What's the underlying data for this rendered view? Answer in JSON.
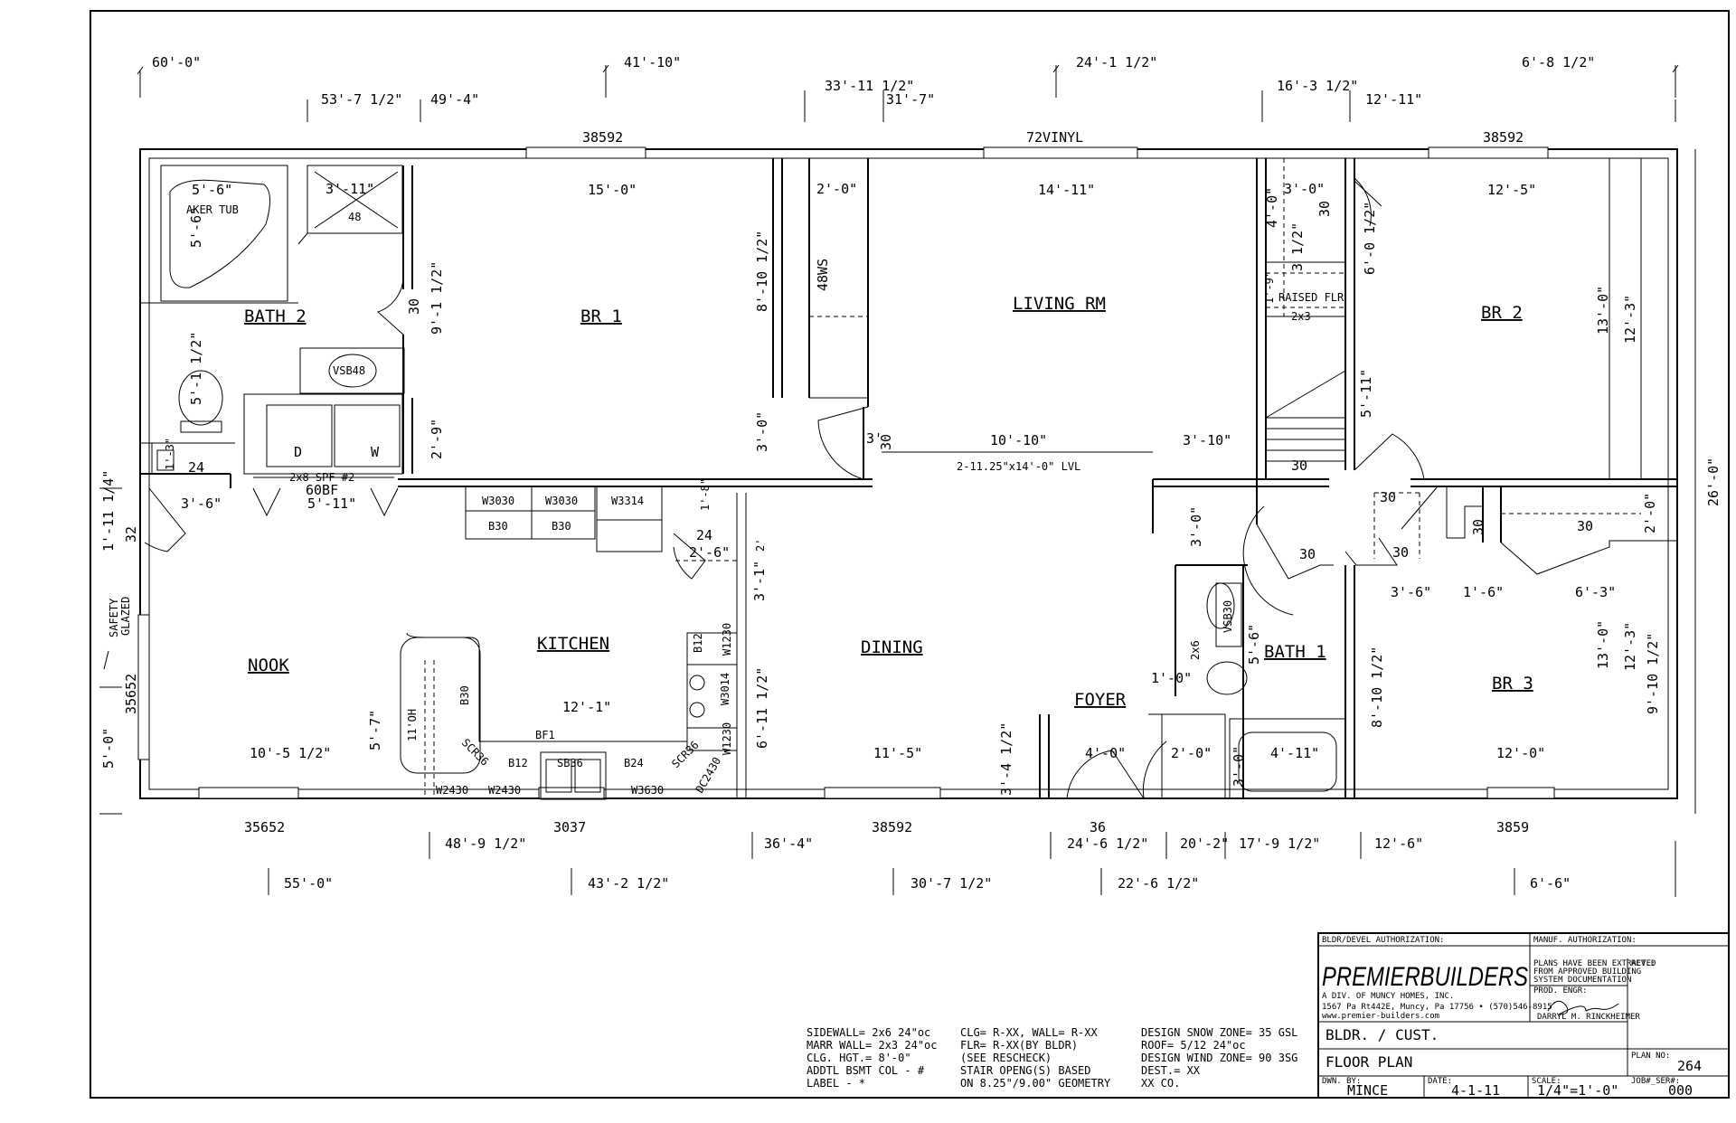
{
  "rooms": {
    "bath2": "BATH 2",
    "br1": "BR 1",
    "living": "LIVING RM",
    "br2": "BR 2",
    "nook": "NOOK",
    "kitchen": "KITCHEN",
    "dining": "DINING",
    "foyer": "FOYER",
    "bath1": "BATH 1",
    "br3": "BR 3"
  },
  "top_dims": {
    "r1": [
      "60'-0\"",
      "41'-10\"",
      "24'-1 1/2\"",
      "6'-8 1/2\""
    ],
    "r2": [
      "53'-7 1/2\"",
      "49'-4\"",
      "33'-11 1/2\"",
      "31'-7\"",
      "16'-3 1/2\"",
      "12'-11\""
    ],
    "windows": [
      "38592",
      "72VINYL",
      "38592"
    ]
  },
  "bottom_dims": {
    "windows": [
      "35652",
      "3037",
      "38592",
      "36",
      "3859"
    ],
    "r1": [
      "48'-9 1/2\"",
      "36'-4\"",
      "24'-6 1/2\"",
      "20'-2\"",
      "17'-9 1/2\"",
      "12'-6\""
    ],
    "r2": [
      "55'-0\"",
      "43'-2 1/2\"",
      "30'-7 1/2\"",
      "22'-6 1/2\"",
      "6'-6\""
    ]
  },
  "right_dims": {
    "overall": "26'-0\""
  },
  "left_dims": {
    "d1": "1'-11 1/4\"",
    "d2": "32",
    "safety": "SAFETY",
    "glazed": "GLAZED",
    "window": "35652",
    "d3": "5'-0\""
  },
  "labels": {
    "tub_w": "5'-6\"",
    "tub_name": "AKER TUB",
    "tub_d": "5'-6\"",
    "shower_w": "3'-11\"",
    "shower_num": "48",
    "bath2_vanity": "VSB48",
    "bath2_toilet": "5'-1 1/2\"",
    "bath2_d30": "30",
    "bath2_h": "9'-1 1/2\"",
    "bath2_h2": "2'-9\"",
    "laundry_d": "D",
    "laundry_w": "W",
    "spf": "2x8 SPF #2",
    "bf60": "60BF",
    "bf_w": "5'-11\"",
    "l_13": "1'-3\"",
    "l_24": "24",
    "l_36": "3'-6\"",
    "br1_w": "15'-0\"",
    "br1_h": "8'-10 1/2\"",
    "br1_h2": "3'-0\"",
    "closet_w": "2'-0\"",
    "closet_name": "48WS",
    "living_w": "14'-11\"",
    "living_a": "10'-10\"",
    "living_b": "3'-10\"",
    "lvl": "2-11.25\"x14'-0\" LVL",
    "d30a": "3'",
    "d30b": "30",
    "stair_w": "3'-0\"",
    "stair_a": "4'-0\"",
    "stair_b": "30",
    "stair_c": "3 1/2\"",
    "stair_d": "1'-9\"",
    "raised": "RAISED FLR",
    "stair_e": "2x3",
    "stair_f": "5'-11\"",
    "stair_g": "30",
    "br2_w": "12'-5\"",
    "br2_h": "13'-0\"",
    "br2_h2": "12'-3\"",
    "br2_a": "6'-0 1/2\"",
    "cab_w3030a": "W3030",
    "cab_w3030b": "W3030",
    "cab_w3314": "W3314",
    "cab_b30a": "B30",
    "cab_b30b": "B30",
    "k_18": "1'-8\"",
    "k_24": "24",
    "k_26": "2'-6\"",
    "k_2": "2'",
    "k_31": "3'-1\"",
    "k_611": "6'-11 1/2\"",
    "k_57": "5'-7\"",
    "k_11oh": "11'OH",
    "k_b30": "B30",
    "k_121": "12'-1\"",
    "k_bf1": "BF1",
    "k_scr36a": "SCR36",
    "k_b12": "B12",
    "k_sb36": "SB36",
    "k_b24": "B24",
    "k_scr36b": "SCR36",
    "k_w2430a": "W2430",
    "k_w2430b": "W2430",
    "k_w3630": "W3630",
    "k_dc2430": "DC2430",
    "k_b12r": "B12",
    "k_w1230a": "W1230",
    "k_w3014": "W3014",
    "k_w1230b": "W1230",
    "nook_w": "10'-5 1/2\"",
    "dining_w": "11'-5\"",
    "dining_h": "3'-4 1/2\"",
    "foyer_w": "4'-0\"",
    "foyer_36": "36",
    "hall_30": "3'-0\"",
    "hall_30b": "30",
    "hall_30c": "30",
    "hall_30d": "30",
    "hall_30e": "30",
    "hall_30f": "30",
    "hall_36": "3'-6\"",
    "hall_16": "1'-6\"",
    "hall_63": "6'-3\"",
    "hall_20": "2'-0\"",
    "bath1_vanity": "VSB30",
    "bath1_h": "5'-6\"",
    "bath1_2x6": "2x6",
    "bath1_10": "1'-0\"",
    "bath1_20": "2'-0\"",
    "bath1_30": "3'-0\"",
    "bath1_tub": "4'-11\"",
    "bath1_810": "8'-10 1/2\"",
    "br3_w": "12'-0\"",
    "br3_h": "13'-0\"",
    "br3_h2": "12'-3\"",
    "br3_h3": "9'-10 1/2\""
  },
  "notes": {
    "col1": [
      "SIDEWALL=  2x6 24\"oc",
      "MARR WALL= 2x3 24\"oc",
      "CLG. HGT.=  8'-0\"",
      "ADDTL BSMT COL - #",
      "LABEL - *"
    ],
    "col2": [
      "CLG= R-XX, WALL= R-XX",
      " FLR= R-XX(BY BLDR)",
      " (SEE RESCHECK)",
      "STAIR OPENG(S) BASED",
      " ON 8.25\"/9.00\" GEOMETRY"
    ],
    "col3": [
      "DESIGN SNOW ZONE= 35 GSL",
      "ROOF= 5/12 24\"oc",
      "DESIGN WIND ZONE= 90 3SG",
      "DEST.= XX",
      "    XX CO."
    ]
  },
  "titleblock": {
    "bldr_auth": "BLDR/DEVEL AUTHORIZATION:",
    "manuf_auth": "MANUF. AUTHORIZATION:",
    "logo": "PREMIERBUILDERS",
    "div": "A DIV. OF MUNCY HOMES, INC.",
    "addr": "1567 Pa Rt442E, Muncy, Pa 17756  • (570)546-8915",
    "web": "www.premier-builders.com",
    "extract": [
      "PLANS HAVE BEEN EXTRACTED",
      "FROM APPROVED BUILDING",
      "SYSTEM DOCUMENTATION"
    ],
    "prod_engr": "PROD. ENGR:",
    "engr_name": "DARRYL M. RINCKHEIMER",
    "rev": "REV.:",
    "cust": "BLDR. / CUST.",
    "sheet": "FLOOR PLAN",
    "plan_no_label": "PLAN NO:",
    "plan_no": "264",
    "dwn_label": "DWN. BY:",
    "dwn": "MINCE",
    "date_label": "DATE:",
    "date": "4-1-11",
    "scale_label": "SCALE:",
    "scale": "1/4\"=1'-0\"",
    "job_label": "JOB#_SER#:",
    "job": "000"
  }
}
